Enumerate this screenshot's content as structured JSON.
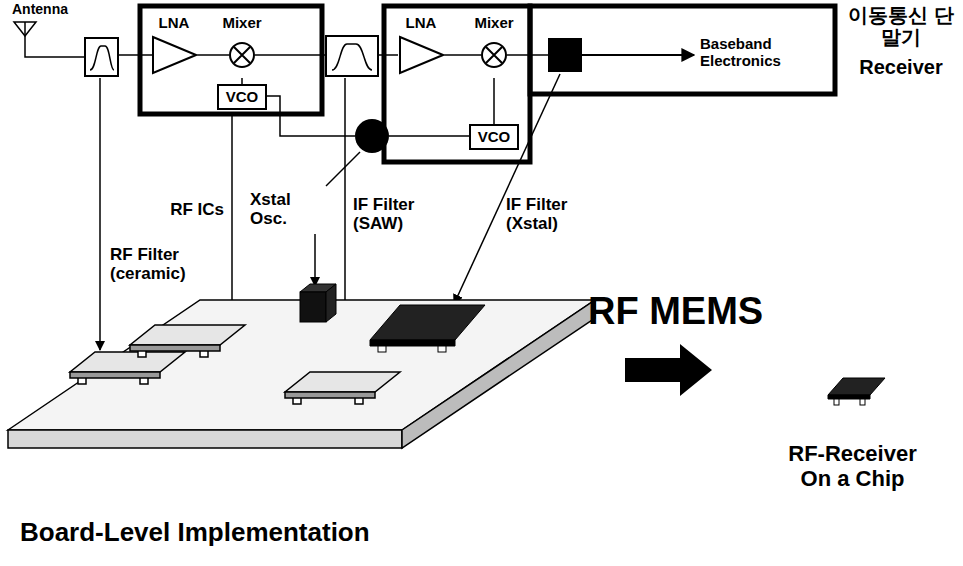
{
  "diagram": {
    "nodes": [
      {
        "text": [
          "LNA"
        ]
      },
      {
        "text": [
          "Mixer"
        ]
      },
      {
        "text": [
          "VCO"
        ]
      },
      {
        "text": [
          "LNA"
        ]
      },
      {
        "text": [
          "Mixer"
        ]
      },
      {
        "text": [
          "VCO"
        ]
      }
    ],
    "edges": [
      {
        "from": 0,
        "to": 1,
        "arrow": "none"
      },
      {
        "from": 2,
        "to": 1,
        "arrow": "none"
      },
      {
        "from": 3,
        "to": 4,
        "arrow": "none"
      },
      {
        "from": 5,
        "to": 4,
        "arrow": "none"
      }
    ],
    "labels": [
      "Antenna",
      "Baseband Electronics",
      "이동통신 단말기",
      "Receiver",
      "RF ICs",
      "Xstal Osc.",
      "IF Filter (SAW)",
      "IF Filter (Xstal)",
      "RF Filter (ceramic)",
      "RF MEMS",
      "RF-Receiver On a Chip",
      "Board-Level Implementation"
    ]
  }
}
